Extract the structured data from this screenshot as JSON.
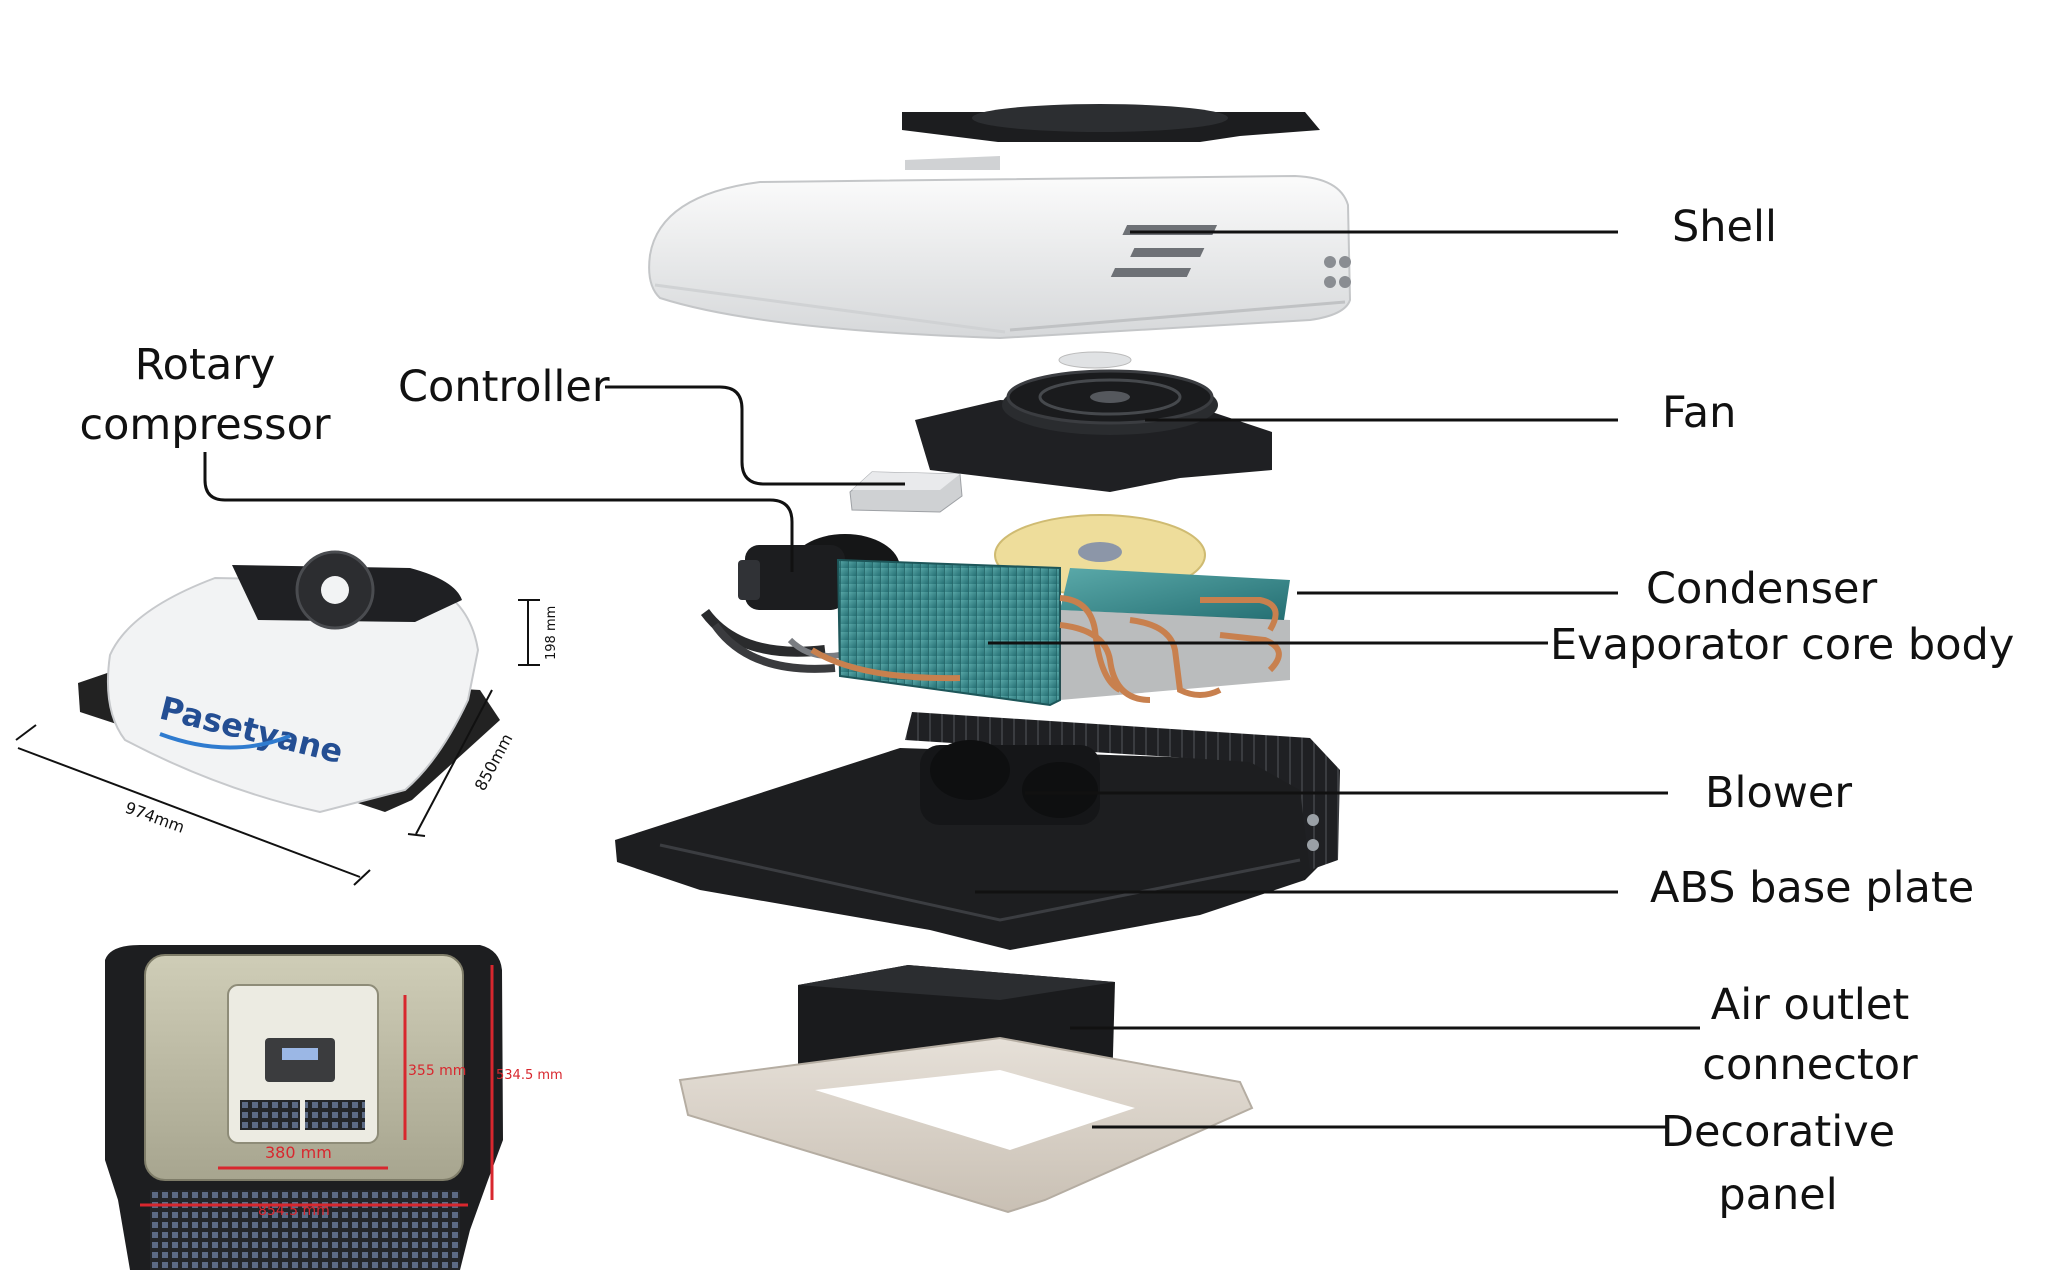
{
  "brand": "Pasetyane",
  "callouts": {
    "shell": "Shell",
    "fan": "Fan",
    "condenser": "Condenser",
    "evaporator": "Evaporator core body",
    "blower": "Blower",
    "abs_base": "ABS base plate",
    "air_outlet_1": "Air outlet",
    "air_outlet_2": "connector",
    "decorative_1": "Decorative",
    "decorative_2": "panel",
    "controller": "Controller",
    "compressor_1": "Rotary",
    "compressor_2": "compressor"
  },
  "dimensions": {
    "length": "974mm",
    "width": "850mm",
    "height": "198 mm",
    "bottom_width": "380 mm",
    "bottom_height": "355 mm",
    "bottom_overall": "534.5 mm",
    "bottom_base": "854.5 mm"
  },
  "colors": {
    "line": "#111111",
    "dimension_red": "#d8272e",
    "shell_white": "#f2f3f4",
    "plastic_black": "#1c1d1f",
    "coil_teal": "#2d8a8a",
    "copper": "#c8804e",
    "panel_beige": "#d9d1c7"
  }
}
